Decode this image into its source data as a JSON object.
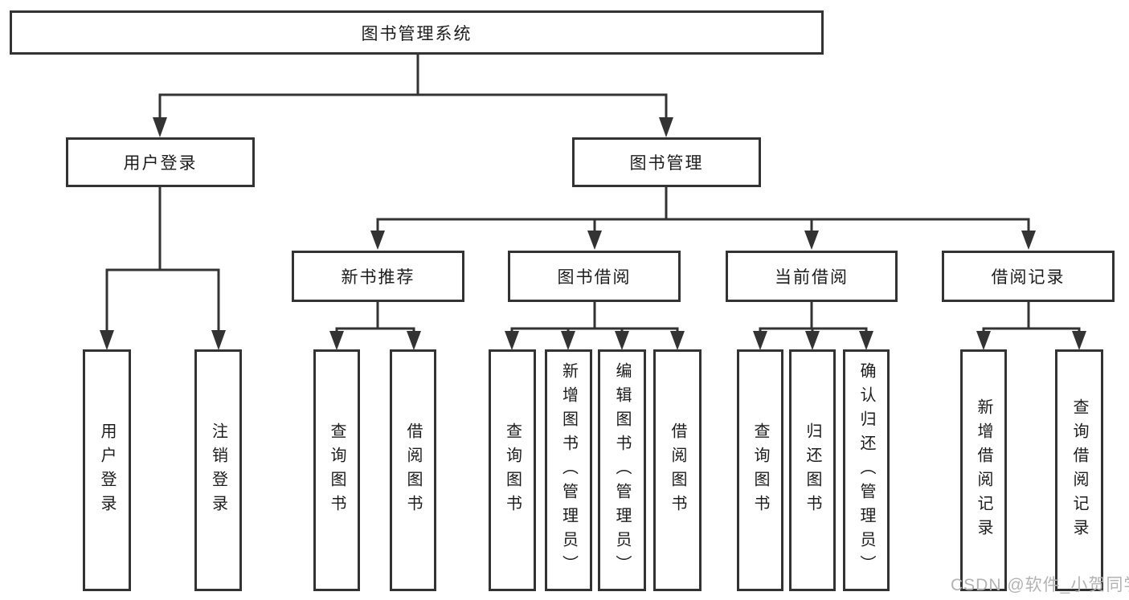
{
  "diagram": {
    "root": {
      "label": "图书管理系统"
    },
    "groups": [
      {
        "label": "用户登录",
        "leaves": [
          {
            "label": "用户登录"
          },
          {
            "label": "注销登录"
          }
        ]
      },
      {
        "label": "图书管理",
        "sections": [
          {
            "label": "新书推荐",
            "leaves": [
              {
                "label": "查询图书"
              },
              {
                "label": "借阅图书"
              }
            ]
          },
          {
            "label": "图书借阅",
            "leaves": [
              {
                "label": "查询图书"
              },
              {
                "label": "新增图书（管理员）"
              },
              {
                "label": "编辑图书（管理员）"
              },
              {
                "label": "借阅图书"
              }
            ]
          },
          {
            "label": "当前借阅",
            "leaves": [
              {
                "label": "查询图书"
              },
              {
                "label": "归还图书"
              },
              {
                "label": "确认归还（管理员）"
              }
            ]
          },
          {
            "label": "借阅记录",
            "leaves": [
              {
                "label": "新增借阅记录"
              },
              {
                "label": "查询借阅记录"
              }
            ]
          }
        ]
      }
    ]
  },
  "watermark": {
    "text": "CSDN @软件_小贺同学"
  },
  "colors": {
    "line": "#333333",
    "box_border": "#333333",
    "text": "#1c1c1c",
    "watermark": "#b3b3b3",
    "background": "#ffffff"
  }
}
